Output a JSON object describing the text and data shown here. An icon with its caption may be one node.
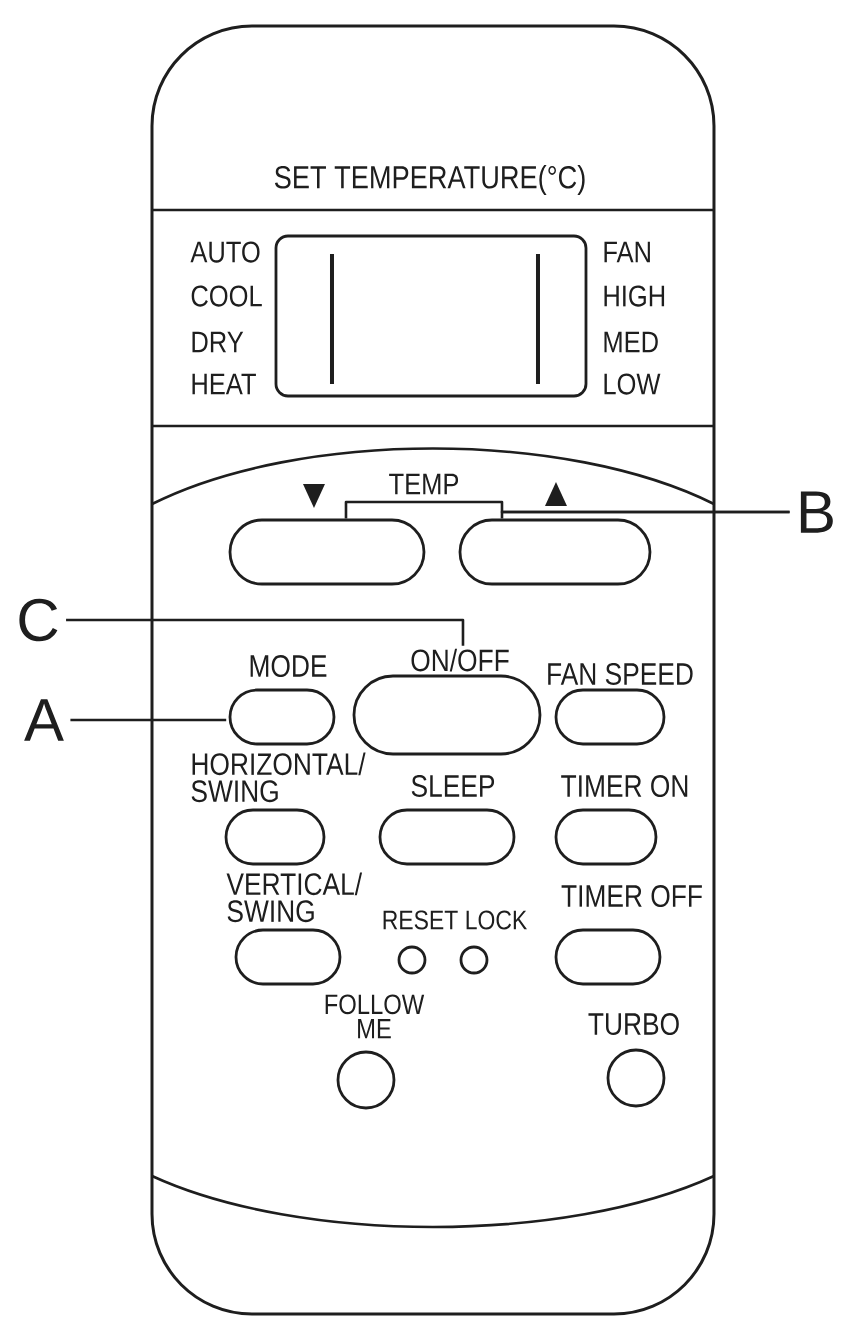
{
  "diagram": {
    "nodes": [
      {
        "text": [],
        "shape": "box"
      },
      {
        "text": [],
        "shape": "box",
        "in": 0
      },
      {
        "text": [],
        "shape": "box",
        "in": 0
      },
      {
        "text": [
          "B"
        ]
      },
      {
        "text": [
          "C"
        ]
      },
      {
        "text": [
          "A"
        ]
      },
      {
        "text": [
          "MODE"
        ],
        "in": 0
      },
      {
        "text": [
          "ON/OFF"
        ],
        "in": 0
      },
      {
        "text": [
          "FAN SPEED"
        ],
        "in": 0
      },
      {
        "text": [
          "HORIZONTAL/ SWING"
        ],
        "in": 0
      },
      {
        "text": [
          "SLEEP"
        ],
        "in": 0
      },
      {
        "text": [
          "TIMER ON"
        ],
        "in": 0
      },
      {
        "text": [
          "VERTICAL/ SWING"
        ],
        "in": 0
      },
      {
        "text": [
          "RESET"
        ],
        "in": 0
      },
      {
        "text": [
          "LOCK"
        ],
        "in": 0
      },
      {
        "text": [
          "TIMER OFF"
        ],
        "in": 0
      },
      {
        "text": [
          "FOLLOW ME"
        ],
        "in": 0
      },
      {
        "text": [
          "TURBO"
        ],
        "in": 0
      }
    ],
    "edges": [
      {
        "from": 3,
        "to": 1,
        "arrow": "none"
      },
      {
        "from": 3,
        "to": 2,
        "arrow": "none"
      },
      {
        "from": 4,
        "to": 7,
        "arrow": "none"
      },
      {
        "from": 5,
        "to": 6,
        "arrow": "none"
      }
    ],
    "labels": [
      "SET TEMPERATURE(°C)",
      "AUTO",
      "FAN",
      "COOL",
      "HIGH",
      "DRY",
      "MED",
      "HEAT",
      "LOW",
      "TEMP"
    ]
  }
}
